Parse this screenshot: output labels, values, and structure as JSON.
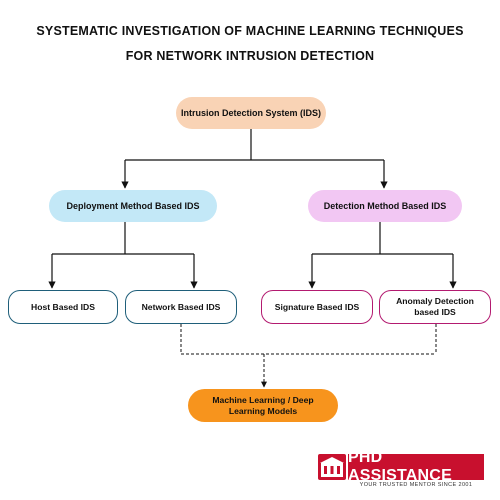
{
  "title": {
    "line1": "SYSTEMATIC INVESTIGATION OF MACHINE LEARNING TECHNIQUES",
    "line2": "FOR NETWORK INTRUSION DETECTION"
  },
  "nodes": {
    "root": "Intrusion Detection System (IDS)",
    "deployment": "Deployment Method Based IDS",
    "detection": "Detection Method Based IDS",
    "host": "Host Based IDS",
    "network": "Network Based IDS",
    "signature": "Signature Based IDS",
    "anomaly": "Anomaly Detection based IDS",
    "ml": "Machine Learning / Deep Learning Models"
  },
  "colors": {
    "root": "#f9d3b5",
    "deployment": "#c3e8f7",
    "detection": "#f2c7f3",
    "deployment_children_border": "#1f5f7a",
    "detection_children_border": "#b31a70",
    "ml": "#f7941d",
    "brand": "#c8102e"
  },
  "logo": {
    "name": "PHD ASSISTANCE",
    "tagline": "YOUR TRUSTED MENTOR SINCE 2001"
  }
}
